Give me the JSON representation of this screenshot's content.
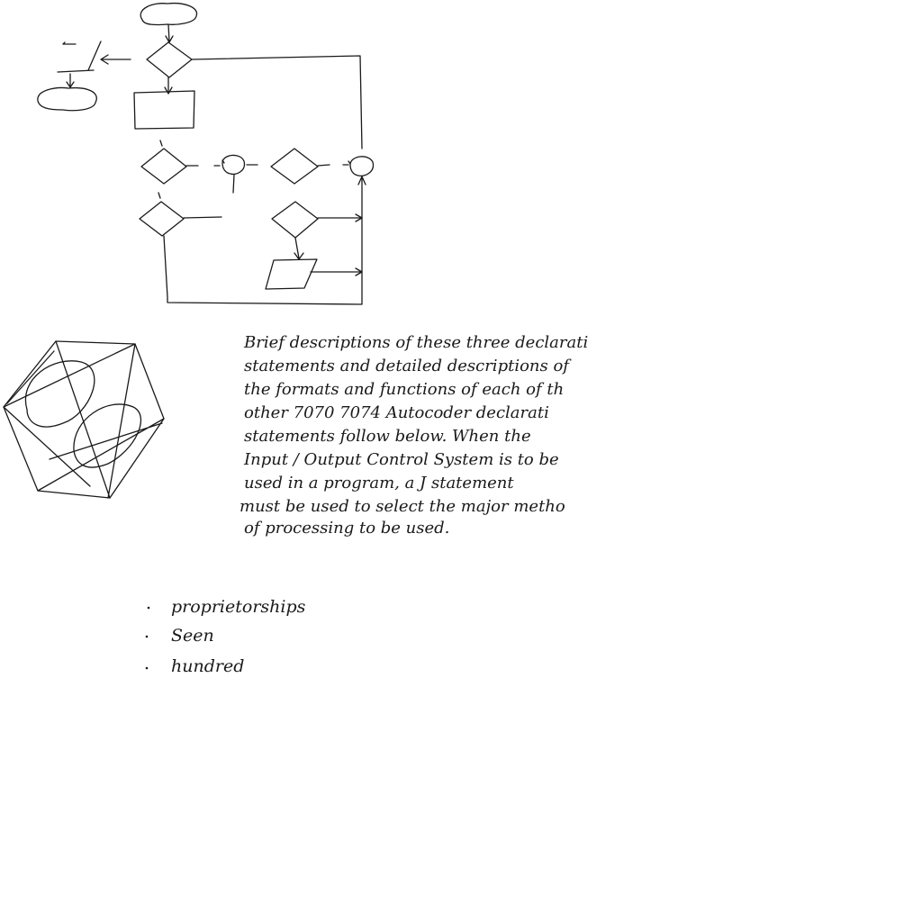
{
  "paragraph": {
    "lines": [
      "Brief descriptions of these three declarati",
      "statements and detailed descriptions of",
      "the formats and functions of each of th",
      "other 7070 7074 Autocoder declarati",
      "statements follow below. When the",
      "Input / Output Control System is to be",
      "used in a program, a J statement",
      "must be used to select the major metho",
      "of processing to be used."
    ]
  },
  "bullets": {
    "items": [
      "proprietorships",
      "Seen",
      "hundred"
    ]
  }
}
